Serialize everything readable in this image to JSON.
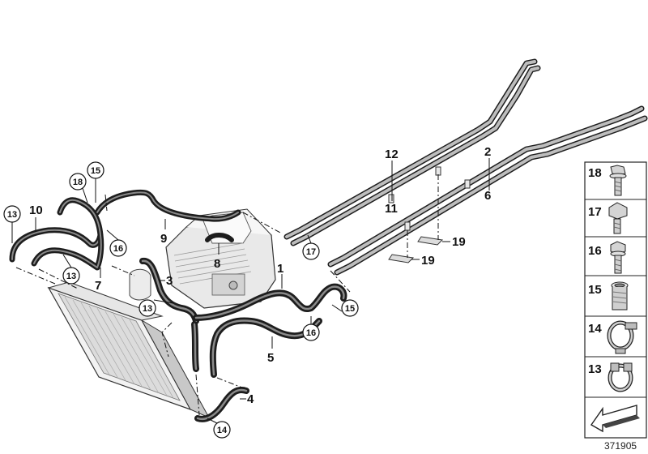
{
  "diagram": {
    "reference_number": "371905",
    "callouts": [
      "1",
      "2",
      "3",
      "4",
      "5",
      "6",
      "7",
      "8",
      "9",
      "10",
      "11",
      "12",
      "19",
      "19"
    ],
    "circled": [
      "13",
      "13",
      "13",
      "14",
      "15",
      "15",
      "16",
      "16",
      "17",
      "18"
    ],
    "legend": [
      {
        "number": "18",
        "icon": "flange-bolt-icon"
      },
      {
        "number": "17",
        "icon": "hex-bolt-icon"
      },
      {
        "number": "16",
        "icon": "collar-screw-icon"
      },
      {
        "number": "15",
        "icon": "threaded-insert-icon"
      },
      {
        "number": "14",
        "icon": "hose-clamp-icon"
      },
      {
        "number": "13",
        "icon": "spring-clamp-icon"
      }
    ]
  }
}
